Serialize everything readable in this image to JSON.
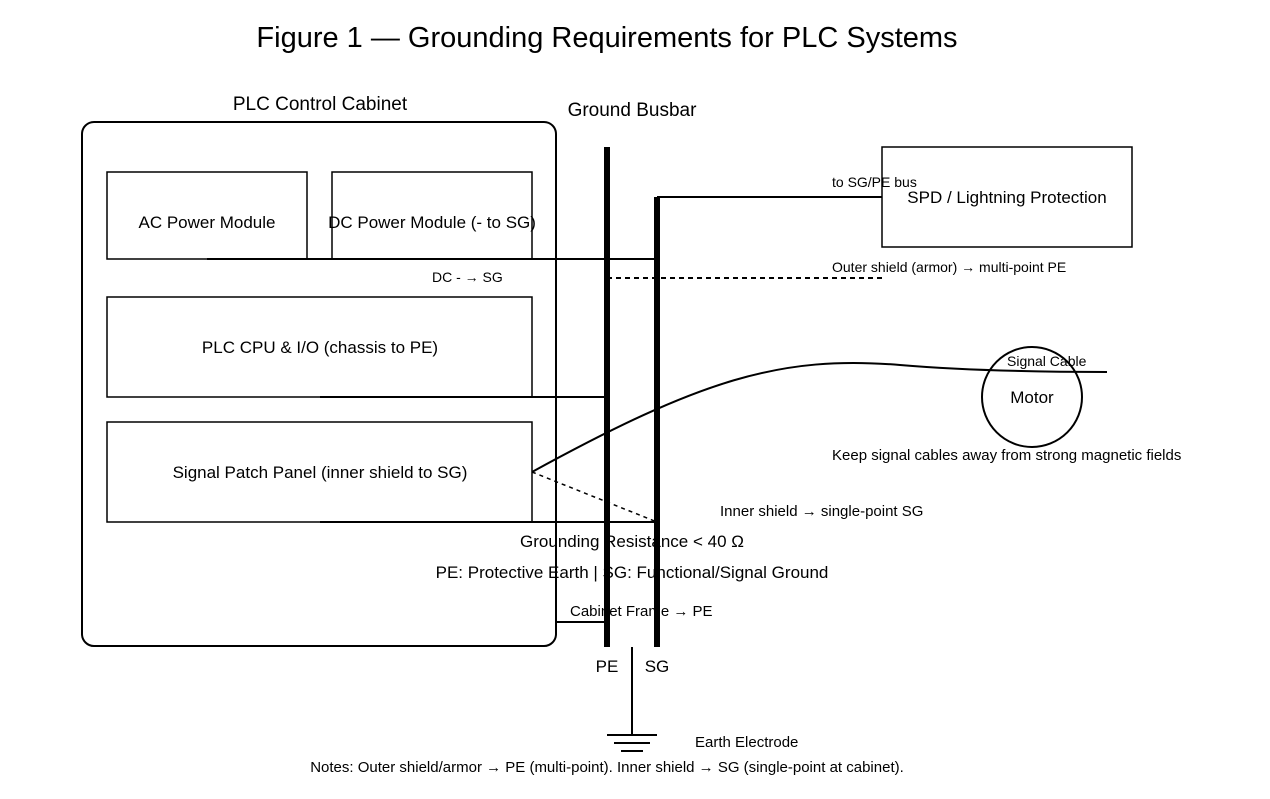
{
  "title": "Figure 1 — Grounding Requirements for PLC Systems",
  "cabinet": {
    "title": "PLC Control Cabinet",
    "modules": {
      "ac_power": "AC Power Module",
      "dc_power": "DC Power Module (- to SG)",
      "cpu_io": "PLC CPU & I/O (chassis to PE)",
      "patch_panel": "Signal Patch Panel (inner shield to SG)"
    }
  },
  "busbar": {
    "title": "Ground Busbar",
    "pe_label": "PE",
    "sg_label": "SG"
  },
  "spd": {
    "label": "SPD / Lightning Protection",
    "connection_label": "to SG/PE bus"
  },
  "motor": {
    "label": "Motor",
    "cable_label": "Signal Cable",
    "warning": "Keep signal cables away from strong magnetic fields"
  },
  "annotations": {
    "dc_to_sg": "DC - → SG",
    "outer_shield": "Outer shield (armor) → multi-point PE",
    "inner_shield": "Inner shield → single-point SG",
    "resistance": "Grounding Resistance < 40 Ω",
    "legend": "PE: Protective Earth | SG: Functional/Signal Ground",
    "cabinet_frame": "Cabinet Frame → PE",
    "earth_electrode": "Earth Electrode",
    "notes": "Notes: Outer shield/armor → PE (multi-point). Inner shield → SG (single-point at cabinet)."
  },
  "colors": {
    "line": "#000000",
    "background": "#ffffff"
  }
}
